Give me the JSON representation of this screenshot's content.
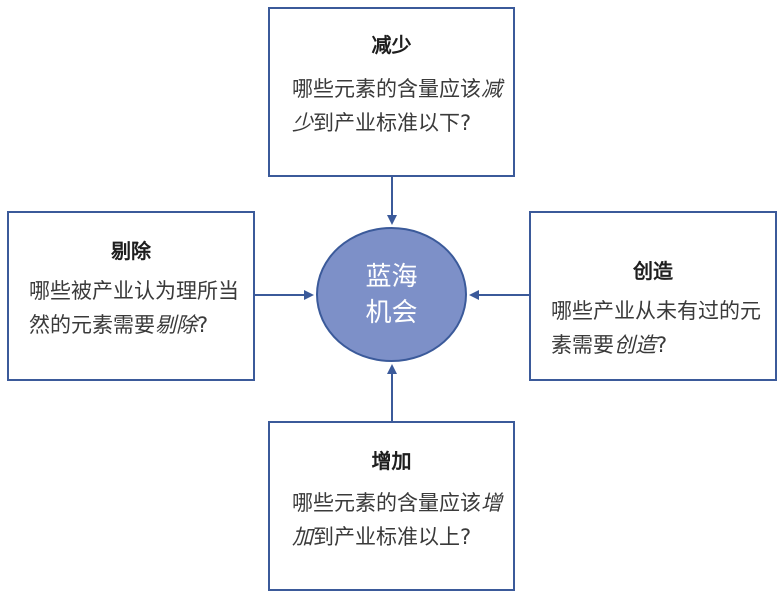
{
  "center": {
    "label": "蓝海机会"
  },
  "boxes": {
    "reduce": {
      "title": "减少",
      "text_before": "哪些元素的含量应该",
      "text_italic": "减少",
      "text_after": "到产业标准以下?"
    },
    "eliminate": {
      "title": "剔除",
      "text_before": "哪些被产业认为理所当然的元素需要",
      "text_italic": "剔除",
      "text_after": "?"
    },
    "create": {
      "title": "创造",
      "text_before": "哪些产业从未有过的元素需要",
      "text_italic": "创造",
      "text_after": "?"
    },
    "raise": {
      "title": "增加",
      "text_before": "哪些元素的含量应该",
      "text_italic": "增加",
      "text_after": "到产业标准以上?"
    }
  },
  "colors": {
    "border": "#3b5a9a",
    "center_fill": "#7d90c8",
    "center_text": "#ffffff"
  }
}
